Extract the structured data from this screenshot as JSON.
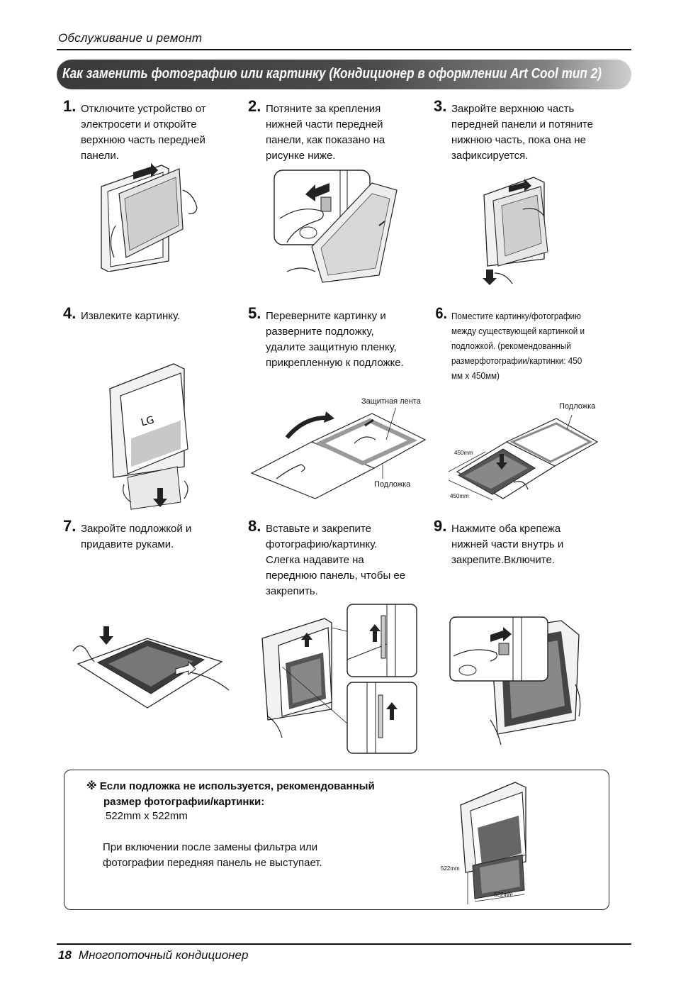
{
  "header": {
    "section": "Обслуживание и ремонт"
  },
  "banner": {
    "title": "Как заменить фотографию или картинку (Кондиционер в оформлении Art Cool тип 2)"
  },
  "steps": [
    {
      "num": "1.",
      "lines": [
        "Отключите устройство от",
        "электросети и откройте",
        "верхнюю часть передней",
        "панели."
      ]
    },
    {
      "num": "2.",
      "lines": [
        "Потяните за крепления",
        "нижней части передней",
        "панели, как показано на",
        "рисунке ниже."
      ]
    },
    {
      "num": "3.",
      "lines": [
        "Закройте верхнюю часть",
        "передней панели и потяните",
        "нижнюю часть, пока она не",
        "зафиксируется."
      ]
    },
    {
      "num": "4.",
      "lines": [
        "Извлеките картинку."
      ]
    },
    {
      "num": "5.",
      "lines": [
        "Переверните картинку и",
        "разверните подложку,",
        "удалите защитную пленку,",
        "прикрепленную к подложке."
      ]
    },
    {
      "num": "6.",
      "lines": [
        "Поместите картинку/фотографию",
        "между существующей картинкой и",
        "подложкой. (рекомендованный",
        "размерфотографии/картинки: 450",
        "мм x 450мм)"
      ]
    },
    {
      "num": "7.",
      "lines": [
        "Закройте подложкой и",
        "придавите руками."
      ]
    },
    {
      "num": "8.",
      "lines": [
        "Вставьте и закрепите",
        "фотографию/картинку.",
        "Слегка надавите на",
        "переднюю панель, чтобы ее",
        "закрепить."
      ]
    },
    {
      "num": "9.",
      "lines": [
        "Нажмите оба крепежа",
        "нижней части внутрь и",
        "закрепите.Включите."
      ]
    }
  ],
  "labels": {
    "protective_tape": "Защитная лента",
    "backing": "Подложка",
    "backing_2": "Подложка",
    "dim_450_a": "450mm",
    "dim_450_b": "450mm",
    "dim_522_a": "522mm",
    "dim_522_b": "522mm"
  },
  "note": {
    "bold_line1": "※ Если подложка не используется, рекомендованный",
    "bold_line2": "размер фотографии/картинки:",
    "size": "522mm x 522mm",
    "line1": "При включении после замены фильтра или",
    "line2": "фотографии передняя панель не выступает."
  },
  "footer": {
    "page": "18",
    "title": "Многопоточный кондиционер"
  }
}
